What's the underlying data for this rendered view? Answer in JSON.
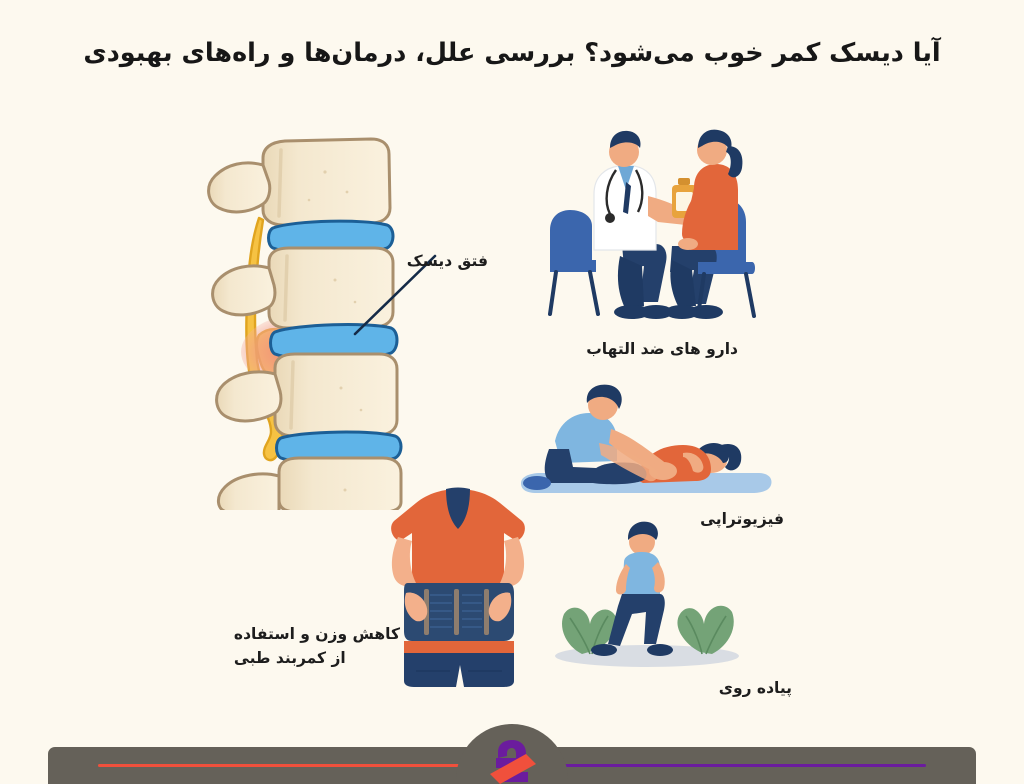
{
  "page": {
    "background_color": "#fdf9ef",
    "title": "آیا دیسک کمر خوب می‌شود؟ بررسی علل، درمان‌ها و راه‌های بهبودی",
    "language": "fa",
    "direction": "rtl"
  },
  "labels": {
    "disc_herniation": "فتق دیسک",
    "anti_inflammatory": "دارو های ضد التهاب",
    "physiotherapy": "فیزیوتراپی",
    "walking": "پیاده روی",
    "weight_belt": "کاهش وزن و استفاده\nاز کمربند طبی"
  },
  "illustrations": {
    "spine": {
      "name": "lumbar-spine-herniated-disc",
      "bone_color": "#f7ecd4",
      "bone_shadow": "#e8d7b6",
      "bone_outline": "#a98f6d",
      "disc_color": "#5fb4e8",
      "disc_outline": "#1c5f96",
      "nerve_color": "#f6c243",
      "nerve_outline": "#e0a41f",
      "inflammation_color": "#f2857c"
    },
    "doctor_patient": {
      "name": "doctor-giving-medication",
      "coat_color": "#ffffff",
      "doctor_shirt": "#6fa8d6",
      "doctor_tie": "#1f3a63",
      "doctor_pants": "#1f3a63",
      "patient_sweater": "#e2663a",
      "patient_pants": "#24406b",
      "chair_color": "#3b66ad",
      "pill_bottle_color": "#e8a33c",
      "skin_color": "#f0ab82",
      "hair_color": "#1f3a63"
    },
    "physiotherapy": {
      "name": "physiotherapist-treating-patient",
      "therapist_shirt": "#7fb6e0",
      "therapist_pants": "#24406b",
      "patient_shirt": "#e2663a",
      "mat_color": "#a8c9e8",
      "skin_color": "#f0ab82",
      "hair_color": "#1f3a63"
    },
    "walking": {
      "name": "person-walking-outdoors",
      "shirt_color": "#7fb6e0",
      "pants_color": "#24406b",
      "shoe_color": "#1f3a63",
      "bush_color": "#74a377",
      "ground_color": "#d9dde3",
      "skin_color": "#f0ab82",
      "hair_color": "#1f3a63"
    },
    "back_brace": {
      "name": "person-wearing-lumbar-support-belt",
      "shirt_color": "#e2663a",
      "belt_color": "#2c4a72",
      "belt_strap": "#8e7d6e",
      "shorts_color": "#24406b",
      "skin_color": "#f3b08b",
      "hair_color": "#1f3a63"
    },
    "pointer_line": {
      "name": "disc-pointer-line",
      "color": "#152b48"
    }
  },
  "footer": {
    "bar_color": "#656159",
    "left_line_color": "#f0503c",
    "right_line_color": "#6b1c9e",
    "logo": {
      "name": "brand-logo",
      "purple": "#6b1c9e",
      "red": "#f0503c"
    }
  }
}
